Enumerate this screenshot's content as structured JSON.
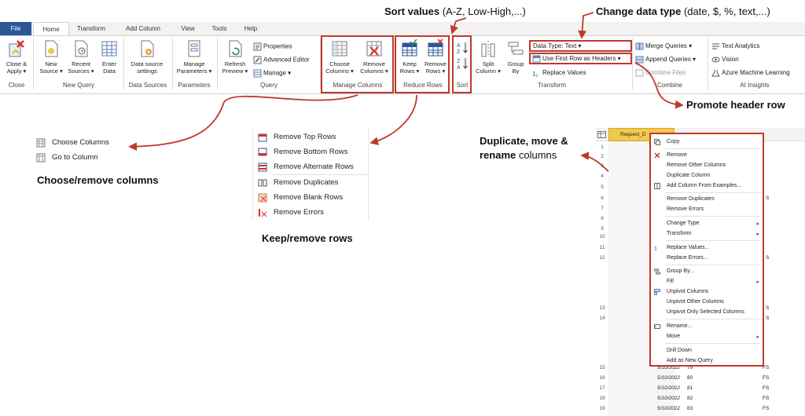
{
  "tabs": [
    "File",
    "Home",
    "Transform",
    "Add Column",
    "View",
    "Tools",
    "Help"
  ],
  "ribbon": {
    "close_apply": [
      "Close &",
      "Apply ▾"
    ],
    "new_source": [
      "New",
      "Source ▾"
    ],
    "recent_sources": [
      "Recent",
      "Sources ▾"
    ],
    "enter_data": [
      "Enter",
      "Data"
    ],
    "data_source_settings": [
      "Data source",
      "settings"
    ],
    "manage_parameters": [
      "Manage",
      "Parameters ▾"
    ],
    "refresh_preview": [
      "Refresh",
      "Preview ▾"
    ],
    "properties": "Properties",
    "advanced_editor": "Advanced Editor",
    "manage": "Manage ▾",
    "choose_columns": [
      "Choose",
      "Columns ▾"
    ],
    "remove_columns": [
      "Remove",
      "Columns ▾"
    ],
    "keep_rows": [
      "Keep",
      "Rows ▾"
    ],
    "remove_rows": [
      "Remove",
      "Rows ▾"
    ],
    "split_column": [
      "Split",
      "Column ▾"
    ],
    "group_by": [
      "Group",
      "By"
    ],
    "data_type": "Data Type: Text ▾",
    "use_first_row": "Use First Row as Headers ▾",
    "replace_values": "Replace Values",
    "merge_queries": "Merge Queries ▾",
    "append_queries": "Append Queries ▾",
    "combine_files": "Combine Files",
    "text_analytics": "Text Analytics",
    "vision": "Vision",
    "azure_ml": "Azure Machine Learning",
    "groups": {
      "close": "Close",
      "new_query": "New Query",
      "data_sources": "Data Sources",
      "parameters": "Parameters",
      "query": "Query",
      "manage_columns": "Manage Columns",
      "reduce_rows": "Reduce Rows",
      "sort": "Sort",
      "transform": "Transform",
      "combine": "Combine",
      "ai_insights": "AI Insights"
    }
  },
  "annotations": {
    "sort_bold": "Sort values",
    "sort_rest": " (A-Z, Low-High,...)",
    "type_bold": "Change data type",
    "type_rest": " (date, $, %, text,...)",
    "promote": "Promote header row",
    "choose_remove": "Choose/remove columns",
    "keep_remove": "Keep/remove rows",
    "dup_1_bold": "Duplicate, move &",
    "dup_2_bold": "rename",
    "dup_2_rest": " columns"
  },
  "choose_menu": [
    "Choose Columns",
    "Go to Column"
  ],
  "rows_menu": [
    "Remove Top Rows",
    "Remove Bottom Rows",
    "Remove Alternate Rows",
    "Remove Duplicates",
    "Remove Blank Rows",
    "Remove Errors"
  ],
  "context_menu": [
    "Copy",
    "Remove",
    "Remove Other Columns",
    "Duplicate Column",
    "Add Column From Examples...",
    "Remove Duplicates",
    "Remove Errors",
    "Change Type",
    "Transform",
    "Replace Values...",
    "Replace Errors...",
    "Group By...",
    "Fill",
    "Unpivot Columns",
    "Unpivot Other Columns",
    "Unpivot Only Selected Columns",
    "Rename...",
    "Move",
    "Drill Down",
    "Add as New Query"
  ],
  "grid": {
    "header": "Request_D",
    "row_numbers": [
      "1",
      "2",
      "3",
      "4",
      "5",
      "6",
      "7",
      "8",
      "9",
      "10",
      "11",
      "12",
      "13",
      "14",
      "15",
      "16",
      "17",
      "18",
      "19"
    ],
    "bottom_dates": [
      "5/10/2022",
      "5/10/2022",
      "5/10/2022",
      "5/10/2022",
      "5/10/2022"
    ],
    "bottom_ids": [
      "79",
      "80",
      "81",
      "82",
      "83"
    ],
    "bottom_codes": [
      "FS",
      "FS",
      "FS",
      "FS",
      "FS"
    ],
    "side_codes": [
      "S",
      "S",
      "S",
      "S"
    ]
  }
}
